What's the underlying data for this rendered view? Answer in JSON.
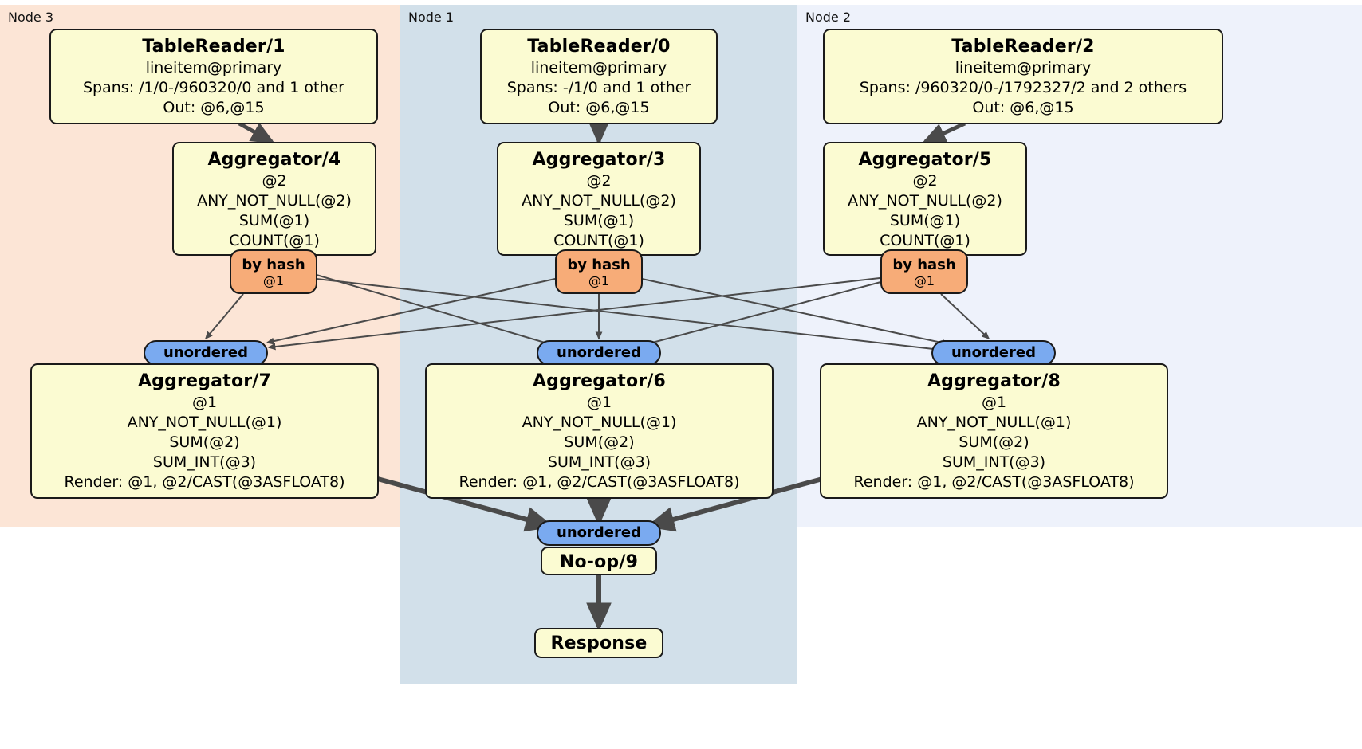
{
  "diagram": {
    "type": "distributed-query-plan",
    "colors": {
      "node3_bg": "#fce5d6",
      "node1_bg": "#d2e0ea",
      "node2_bg": "#eef2fb",
      "box_bg": "#fbfbd2",
      "box_border": "#1a1a1a",
      "hash_pill": "#f7ac78",
      "unordered_pill": "#7aaaf0",
      "edge": "#4a4a4a"
    }
  },
  "nodes": [
    {
      "id": "node3",
      "label": "Node 3"
    },
    {
      "id": "node1",
      "label": "Node 1"
    },
    {
      "id": "node2",
      "label": "Node 2"
    }
  ],
  "processors": {
    "table_reader_1": {
      "title": "TableReader/1",
      "lines": [
        "lineitem@primary",
        "Spans: /1/0-/960320/0 and 1 other",
        "Out: @6,@15"
      ]
    },
    "table_reader_0": {
      "title": "TableReader/0",
      "lines": [
        "lineitem@primary",
        "Spans: -/1/0 and 1 other",
        "Out: @6,@15"
      ]
    },
    "table_reader_2": {
      "title": "TableReader/2",
      "lines": [
        "lineitem@primary",
        "Spans: /960320/0-/1792327/2 and 2 others",
        "Out: @6,@15"
      ]
    },
    "aggregator_4": {
      "title": "Aggregator/4",
      "lines": [
        "@2",
        "ANY_NOT_NULL(@2)",
        "SUM(@1)",
        "COUNT(@1)"
      ]
    },
    "aggregator_3": {
      "title": "Aggregator/3",
      "lines": [
        "@2",
        "ANY_NOT_NULL(@2)",
        "SUM(@1)",
        "COUNT(@1)"
      ]
    },
    "aggregator_5": {
      "title": "Aggregator/5",
      "lines": [
        "@2",
        "ANY_NOT_NULL(@2)",
        "SUM(@1)",
        "COUNT(@1)"
      ]
    },
    "aggregator_7": {
      "title": "Aggregator/7",
      "lines": [
        "@1",
        "ANY_NOT_NULL(@1)",
        "SUM(@2)",
        "SUM_INT(@3)",
        "Render: @1, @2/CAST(@3ASFLOAT8)"
      ]
    },
    "aggregator_6": {
      "title": "Aggregator/6",
      "lines": [
        "@1",
        "ANY_NOT_NULL(@1)",
        "SUM(@2)",
        "SUM_INT(@3)",
        "Render: @1, @2/CAST(@3ASFLOAT8)"
      ]
    },
    "aggregator_8": {
      "title": "Aggregator/8",
      "lines": [
        "@1",
        "ANY_NOT_NULL(@1)",
        "SUM(@2)",
        "SUM_INT(@3)",
        "Render: @1, @2/CAST(@3ASFLOAT8)"
      ]
    },
    "noop_9": {
      "title": "No-op/9",
      "lines": []
    },
    "response": {
      "title": "Response",
      "lines": []
    }
  },
  "routers": {
    "hash_left": {
      "label": "by hash",
      "column": "@1"
    },
    "hash_mid": {
      "label": "by hash",
      "column": "@1"
    },
    "hash_right": {
      "label": "by hash",
      "column": "@1"
    }
  },
  "synchronizers": {
    "unordered_left": {
      "label": "unordered"
    },
    "unordered_mid": {
      "label": "unordered"
    },
    "unordered_right": {
      "label": "unordered"
    },
    "unordered_final": {
      "label": "unordered"
    }
  }
}
